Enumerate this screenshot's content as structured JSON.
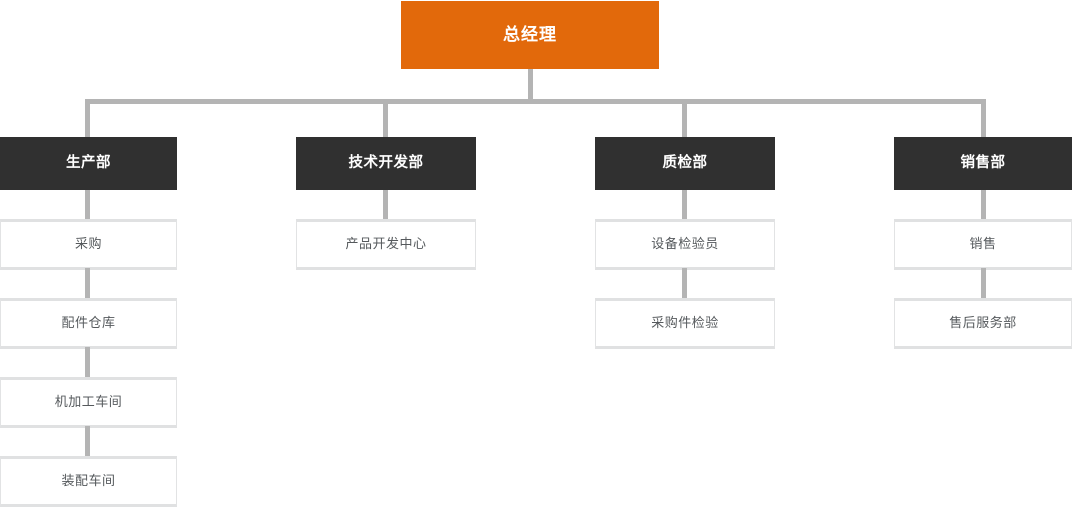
{
  "diagram": {
    "type": "org-chart",
    "title_text": "",
    "colors": {
      "root_fill": "#e2690b",
      "root_text": "#ffffff",
      "dept_fill": "#303030",
      "dept_text": "#ffffff",
      "leaf_fill": "#ffffff",
      "leaf_text": "#55595c",
      "leaf_border": "#e2e3e4",
      "connector": "#b4b4b4",
      "background": "#ffffff"
    },
    "root": {
      "label": "总经理"
    },
    "branches": [
      {
        "head": "生产部",
        "children": [
          "采购",
          "配件仓库",
          "机加工车间",
          "装配车间"
        ]
      },
      {
        "head": "技术开发部",
        "children": [
          "产品开发中心"
        ]
      },
      {
        "head": "质检部",
        "children": [
          "设备检验员",
          "采购件检验"
        ]
      },
      {
        "head": "销售部",
        "children": [
          "销售",
          "售后服务部"
        ]
      }
    ]
  }
}
